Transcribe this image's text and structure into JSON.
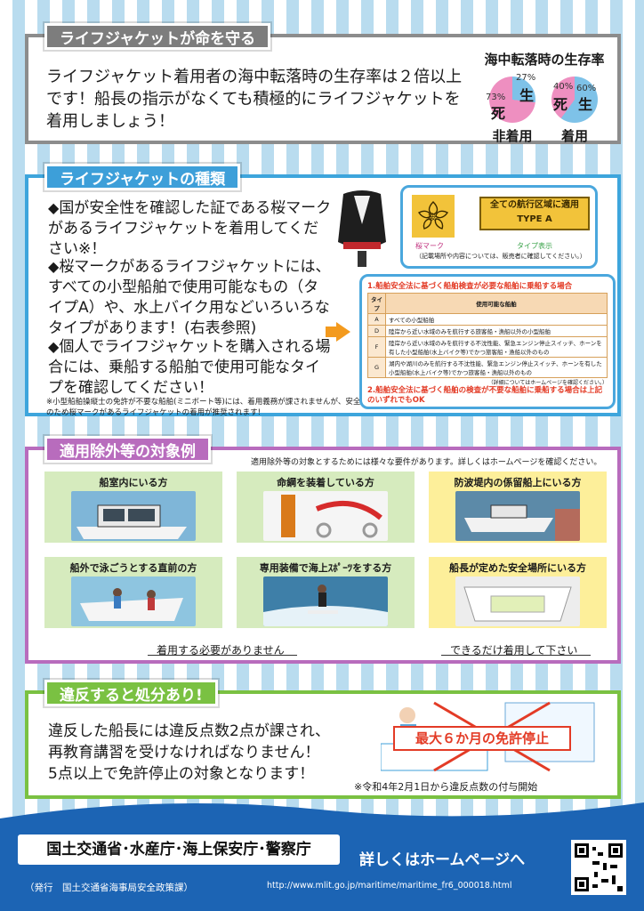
{
  "section1": {
    "title": "ライフジャケットが命を守る",
    "body": "ライフジャケット着用者の海中転落時の生存率は２倍以上です！船長の指示がなくても積極的にライフジャケットを着用しましょう！",
    "rate_title": "海中転落時の生存率",
    "pies": [
      {
        "caption": "非着用",
        "live_pct": "27%",
        "dead_pct": "73%",
        "live_label": "生",
        "dead_label": "死",
        "live_fraction": 0.27
      },
      {
        "caption": "着用",
        "live_pct": "60%",
        "dead_pct": "40%",
        "live_label": "生",
        "dead_label": "死",
        "live_fraction": 0.6
      }
    ],
    "colors": {
      "live": "#7ec2e8",
      "dead": "#ee8fc0"
    }
  },
  "section2": {
    "title": "ライフジャケットの種類",
    "bullet_mark": "◆",
    "bullets": [
      "国が安全性を確認した証である桜マークがあるライフジャケットを着用してください※！",
      "桜マークがあるライフジャケットには、すべての小型船舶で使用可能なもの（タイプA）や、水上バイク用などいろいろなタイプがあります！(右表参照)",
      "個人でライフジャケットを購入される場合には、乗船する船舶で使用可能なタイプを確認してください！"
    ],
    "footnote": "※小型船舶操縦士の免許が不要な船舶(ミニボート等)には、着用義務が課されませんが、安全のため桜マークがあるライフジャケットの着用が推奨されます!",
    "label_sample": {
      "sakura_glyph": "桜",
      "type_line1": "全ての航行区域に適用",
      "type_line2": "TYPE  A",
      "cap_sakura": "桜マーク",
      "cap_type": "タイプ表示",
      "cap_note": "（記載場所や内容については、販売者に確認してください。）"
    },
    "table": {
      "heading": "1.船舶安全法に基づく船舶検査が必要な船舶に乗船する場合",
      "col_type": "タイプ",
      "col_usage": "使用可能な船舶",
      "rows": [
        {
          "type": "A",
          "usage": "すべての小型船舶"
        },
        {
          "type": "D",
          "usage": "陸岸から近い水域のみを航行する旅客船・漁船以外の小型船舶"
        },
        {
          "type": "F",
          "usage": "陸岸から近い水域のみを航行する不沈性能、緊急エンジン停止スイッチ、ホーンを有した小型船舶(水上バイク等)でかつ旅客船・漁船以外のもの"
        },
        {
          "type": "G",
          "usage": "湖内や湖川のみを航行する不沈性能、緊急エンジン停止スイッチ、ホーンを有した小型船舶(水上バイク等)でかつ旅客船・漁船以外のもの"
        }
      ],
      "detail_note": "（詳細についてはホームページを確認ください。）",
      "footer": "2.船舶安全法に基づく船舶の検査が不要な船舶に乗船する場合は上記のいずれでもOK"
    }
  },
  "section3": {
    "title": "適用除外等の対象例",
    "intro": "適用除外等の対象とするためには様々な要件があります。詳しくはホームページを確認ください。",
    "cards": [
      "船室内にいる方",
      "命綱を装着している方",
      "防波堤内の係留船上にいる方",
      "船外で泳ごうとする直前の方",
      "専用装備で海上ｽﾎﾟｰﾂをする方",
      "船長が定めた安全場所にいる方"
    ],
    "foot_left": "着用する必要がありません",
    "foot_right": "できるだけ着用して下さい"
  },
  "section4": {
    "title": "違反すると処分あり!",
    "lines": [
      "違反した船長には違反点数2点が課され、",
      "再教育講習を受けなければなりません！",
      "5点以上で免許停止の対象となります！"
    ],
    "stamp": "最大６か月の免許停止",
    "note": "※令和4年2月1日から違反点数の付与開始"
  },
  "footer": {
    "orgs": "国土交通省･水産庁･海上保安庁･警察庁",
    "publisher": "（発行　国土交通省海事局安全政策課）",
    "more": "詳しくはホームページへ",
    "url": "http://www.mlit.go.jp/maritime/maritime_fr6_000018.html"
  }
}
